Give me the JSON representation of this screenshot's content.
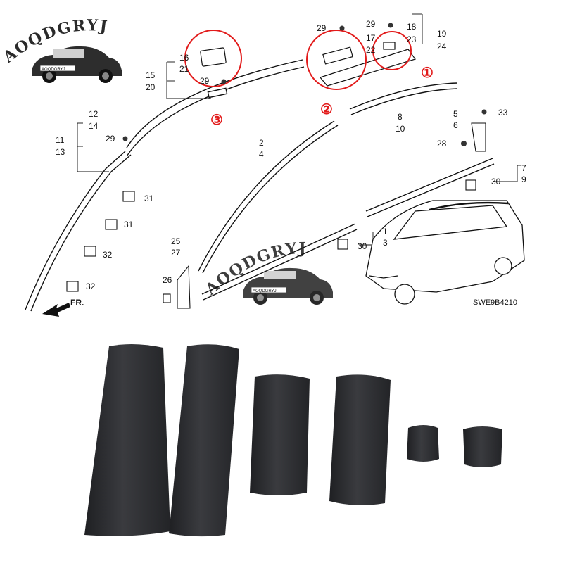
{
  "watermark": {
    "brand": "AOQDGRYJ",
    "plate": "AOQDGRYJ"
  },
  "diagram_code": "SWE9B4210",
  "front_arrow_label": "FR.",
  "callout_numbers": [
    "①",
    "②",
    "③"
  ],
  "part_numbers": {
    "p29a": "29",
    "p29b": "29",
    "p29c": "29",
    "p29d": "29",
    "p17": "17",
    "p22": "22",
    "p18": "18",
    "p23": "23",
    "p19": "19",
    "p24": "24",
    "p16": "16",
    "p21": "21",
    "p15": "15",
    "p20": "20",
    "p12": "12",
    "p14": "14",
    "p11": "11",
    "p13": "13",
    "p8": "8",
    "p10": "10",
    "p5": "5",
    "p6": "6",
    "p33": "33",
    "p28": "28",
    "p2": "2",
    "p4": "4",
    "p7": "7",
    "p9": "9",
    "p30a": "30",
    "p30b": "30",
    "p1": "1",
    "p3": "3",
    "p31a": "31",
    "p31b": "31",
    "p32a": "32",
    "p32b": "32",
    "p25": "25",
    "p27": "27",
    "p26": "26"
  },
  "colors": {
    "callout_red": "#e21b1b",
    "cap_plastic": "#2b2c2f",
    "line": "#111111"
  }
}
